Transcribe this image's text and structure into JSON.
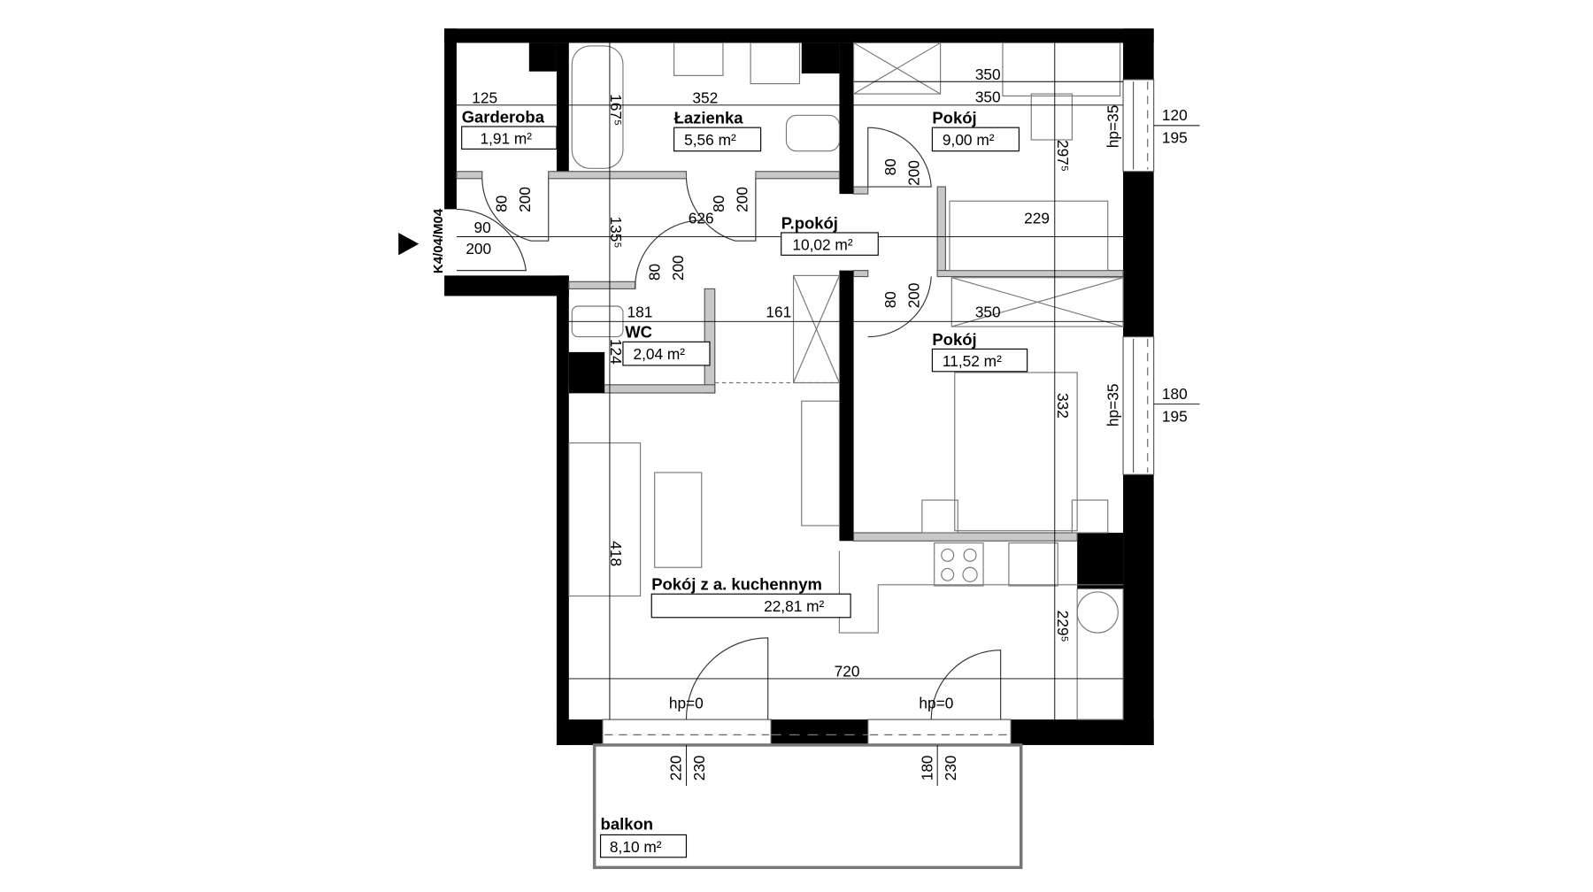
{
  "unit_code": "K4/04/M04",
  "rooms": {
    "garderoba": {
      "name": "Garderoba",
      "area": "1,91 m²",
      "width": "125"
    },
    "lazienka": {
      "name": "Łazienka",
      "area": "5,56 m²",
      "width": "352",
      "length": "167⁵"
    },
    "pokoj1": {
      "name": "Pokój",
      "area": "9,00 m²",
      "width_a": "350",
      "width_b": "350",
      "length": "297⁵"
    },
    "przedpokoj": {
      "name": "P.pokój",
      "area": "10,02 m²",
      "length": "626",
      "width": "135⁵"
    },
    "wc": {
      "name": "WC",
      "area": "2,04 m²",
      "width": "181",
      "length": "124"
    },
    "pokoj2": {
      "name": "Pokój",
      "area": "11,52 m²",
      "width": "350",
      "length": "332"
    },
    "salon": {
      "name": "Pokój z a. kuchennym",
      "area": "22,81 m²",
      "width": "720",
      "length": "418",
      "kitchen_length": "229⁵"
    },
    "balkon": {
      "name": "balkon",
      "area": "8,10 m²"
    }
  },
  "dimensions": {
    "closet": "229",
    "corridor_161": "161"
  },
  "doors": {
    "entrance": {
      "w": "90",
      "h": "200"
    },
    "garderoba": {
      "w": "80",
      "h": "200"
    },
    "lazienka": {
      "w": "80",
      "h": "200"
    },
    "wc": {
      "w": "80",
      "h": "200"
    },
    "pokoj1": {
      "w": "80",
      "h": "200"
    },
    "pokoj2": {
      "w": "80",
      "h": "200"
    }
  },
  "windows": {
    "w1": {
      "hp": "hp=35",
      "w": "120",
      "h": "195"
    },
    "w2": {
      "hp": "hp=35",
      "w": "180",
      "h": "195"
    },
    "balcony1": {
      "hp": "hp=0",
      "w": "220",
      "h": "230"
    },
    "balcony2": {
      "hp": "hp=0",
      "w": "180",
      "h": "230"
    }
  }
}
